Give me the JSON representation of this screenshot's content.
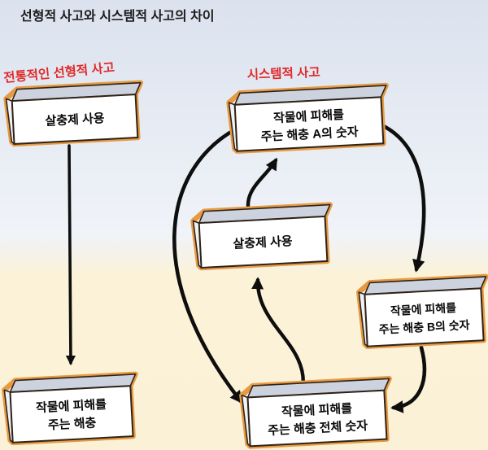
{
  "title": "선형적 사고와 시스템적 사고의 차이",
  "labels": {
    "linear": "전통적인 선형적 사고",
    "systems": "시스템적 사고"
  },
  "boxes": {
    "pesticide_linear": {
      "line1": "살충제 사용"
    },
    "pests_linear": {
      "line1": "작물에 피해를",
      "line2": "주는 해충"
    },
    "pest_a": {
      "line1": "작물에 피해를",
      "line2": "주는 해충 A의 숫자"
    },
    "pesticide_systems": {
      "line1": "살충제 사용"
    },
    "pest_b": {
      "line1": "작물에 피해를",
      "line2": "주는 해충 B의 숫자"
    },
    "pest_total": {
      "line1": "작물에 피해를",
      "line2": "주는 해충 전체 숫자"
    }
  },
  "colors": {
    "accent_red": "#e02a2a",
    "glow_orange": "#e59a43",
    "box_face": "#ffffff",
    "box_top_face": "#ccd3df",
    "box_side_face": "#f0f2f5",
    "arrow_black": "#0e0e0e",
    "bg_top": "#dbe2ee",
    "bg_mid": "#f0f3f8",
    "bg_bottom": "#fbf2d8",
    "title_color": "#1c1c1c"
  }
}
